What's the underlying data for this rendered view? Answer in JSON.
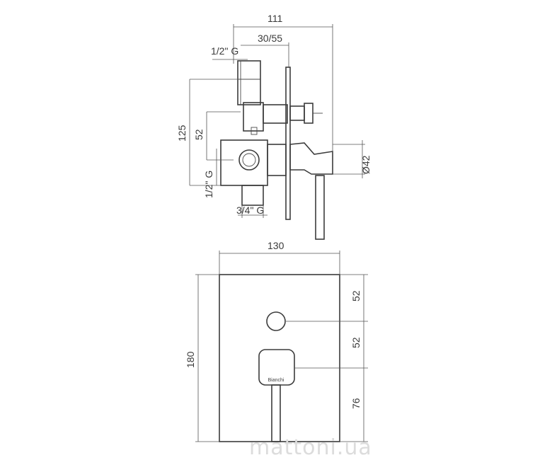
{
  "side_view": {
    "dim_total_width": "111",
    "dim_depth": "30/55",
    "dim_top_inlet": "1/2\" G",
    "dim_height": "125",
    "dim_axis": "52",
    "dim_side_inlet": "1/2\" G",
    "dim_bottom_outlet": "3/4\" G",
    "dim_handle_diameter": "Ø42"
  },
  "front_view": {
    "dim_plate_width": "130",
    "dim_plate_height": "180",
    "dim_top_segment": "52",
    "dim_middle_segment": "52",
    "dim_bottom_segment": "76",
    "brand_label": "Bianchi"
  },
  "watermark": "mattoni.ua"
}
